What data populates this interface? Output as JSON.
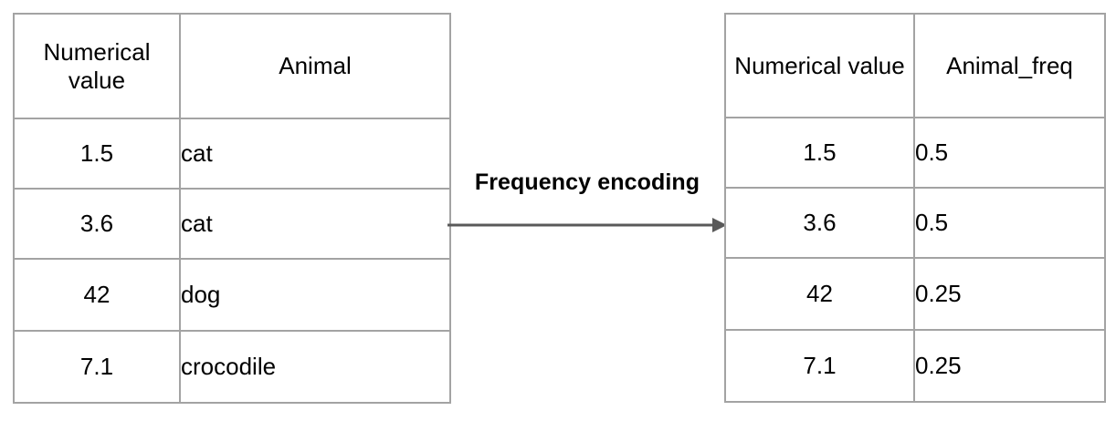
{
  "diagram": {
    "title": "Frequency encoding",
    "border_color": "#a3a3a3",
    "arrow_color": "#595959",
    "text_color": "#000000",
    "background_color": "#ffffff"
  },
  "source_table": {
    "name": "source-table",
    "headers": [
      "Numerical value",
      "Animal"
    ],
    "rows": [
      {
        "numerical_value": "1.5",
        "animal": "cat"
      },
      {
        "numerical_value": "3.6",
        "animal": "cat"
      },
      {
        "numerical_value": "42",
        "animal": "dog"
      },
      {
        "numerical_value": "7.1",
        "animal": "crocodile"
      }
    ]
  },
  "transform": {
    "label": "Frequency encoding",
    "arrow_icon": "arrow-right-icon",
    "direction": "left-to-right"
  },
  "result_table": {
    "name": "result-table",
    "headers": [
      "Numerical value",
      "Animal_freq"
    ],
    "rows": [
      {
        "numerical_value": "1.5",
        "animal_freq": "0.5"
      },
      {
        "numerical_value": "3.6",
        "animal_freq": "0.5"
      },
      {
        "numerical_value": "42",
        "animal_freq": "0.25"
      },
      {
        "numerical_value": "7.1",
        "animal_freq": "0.25"
      }
    ]
  }
}
